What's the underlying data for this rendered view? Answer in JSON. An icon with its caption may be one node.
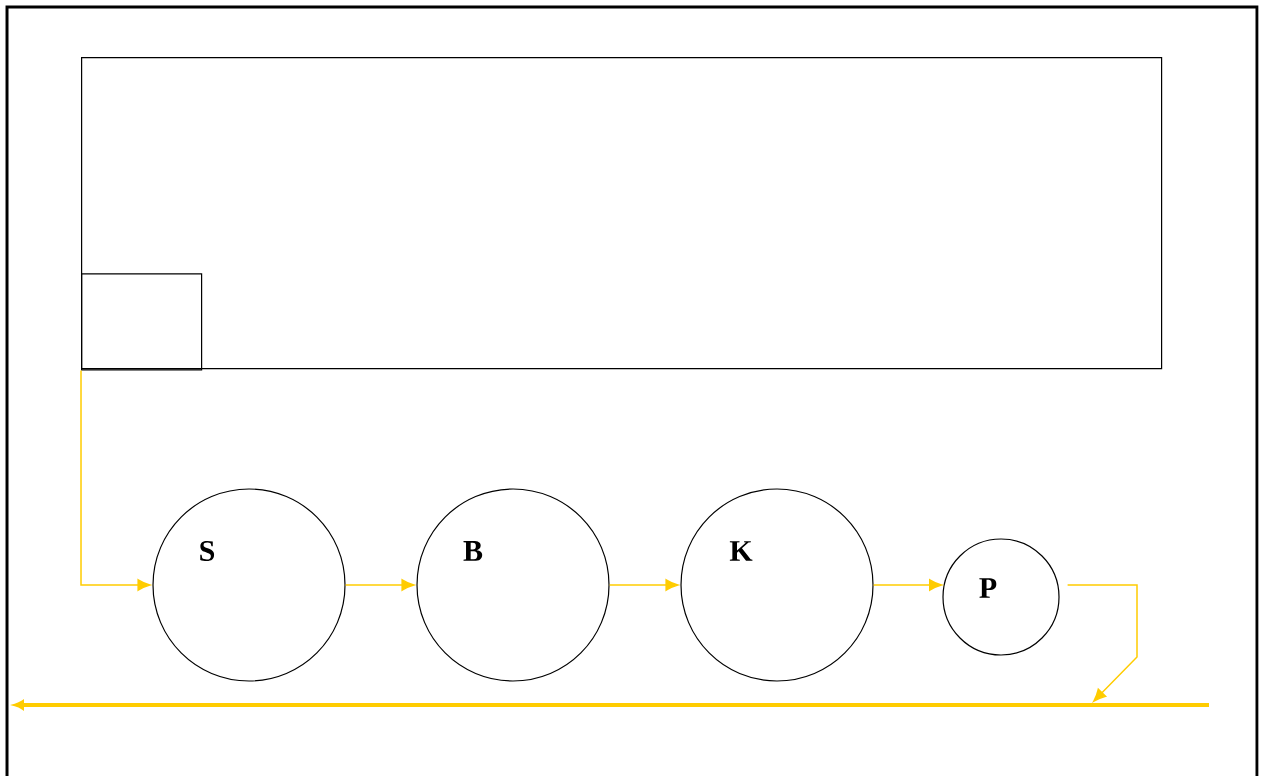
{
  "diagram": {
    "nodes": [
      {
        "text": [],
        "shape": "box"
      },
      {
        "text": [],
        "shape": "box",
        "in": 0
      },
      {
        "text": [
          "S"
        ]
      },
      {
        "text": [
          "B"
        ]
      },
      {
        "text": [
          "K"
        ]
      },
      {
        "text": [
          "P"
        ]
      },
      {
        "text": [],
        "shape": "bar"
      }
    ],
    "edges": [
      {
        "from": 1,
        "to": 2,
        "arrow": "to"
      },
      {
        "from": 2,
        "to": 3,
        "arrow": "to"
      },
      {
        "from": 3,
        "to": 4,
        "arrow": "to"
      },
      {
        "from": 4,
        "to": 5,
        "arrow": "to"
      },
      {
        "from": 5,
        "to": 6,
        "arrow": "to"
      }
    ]
  }
}
